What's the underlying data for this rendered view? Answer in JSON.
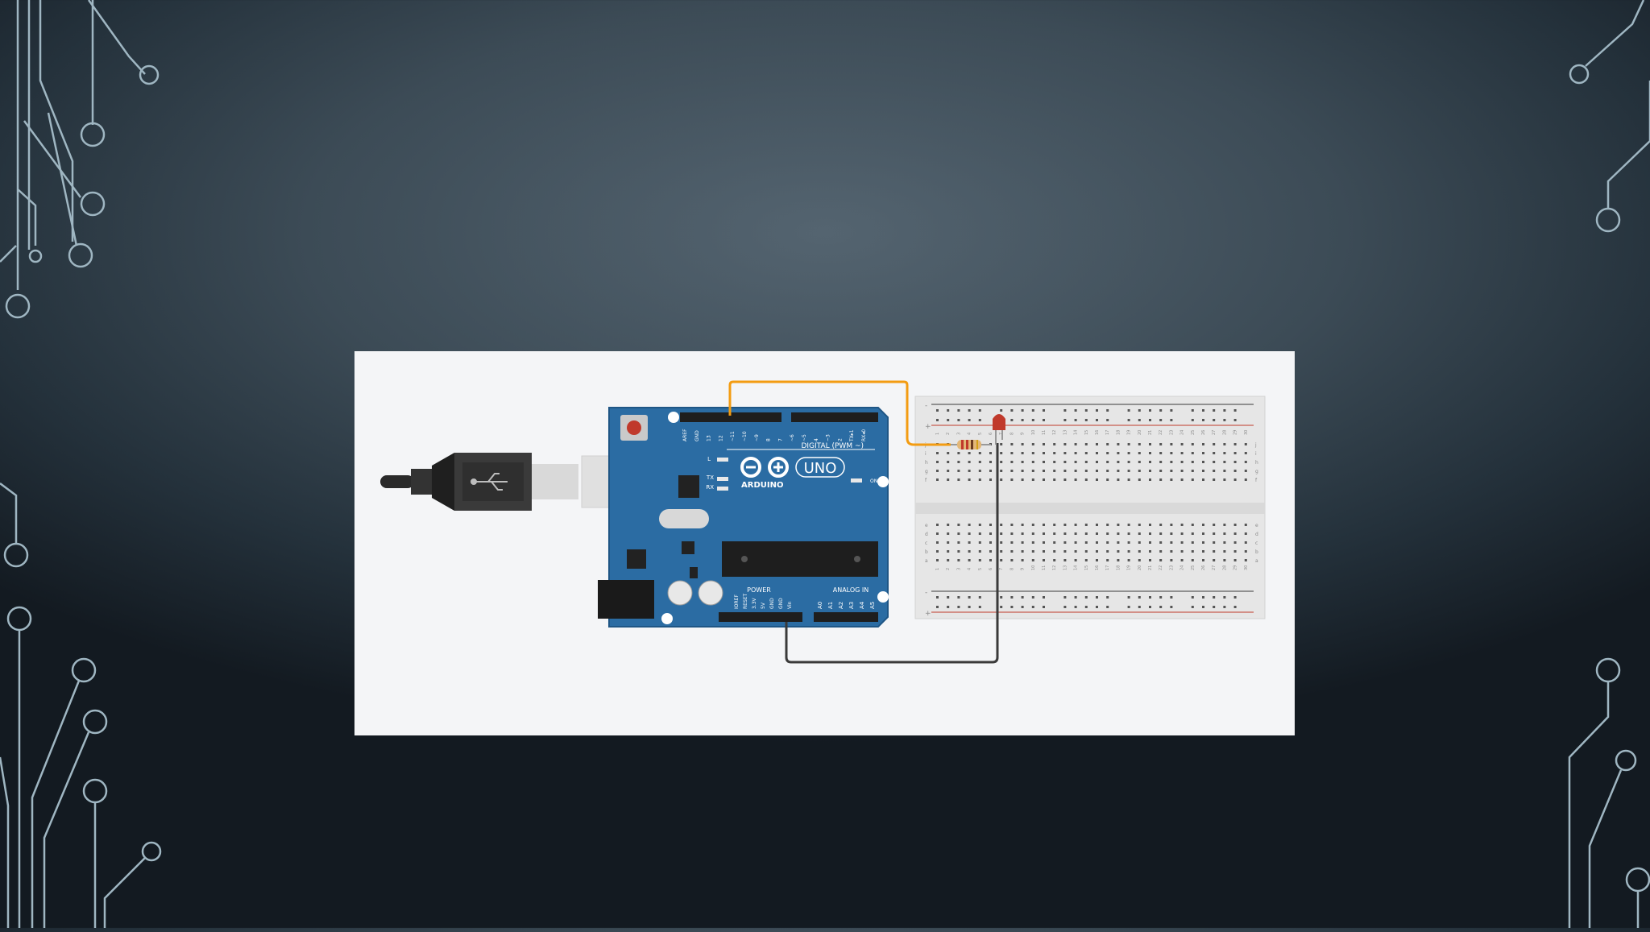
{
  "board": {
    "digital_label": "DIGITAL (PWM ~)",
    "brand": "ARDUINO",
    "model": "UNO",
    "power_label": "POWER",
    "analog_label": "ANALOG IN",
    "on_label": "ON",
    "led_l": "L",
    "led_tx": "TX",
    "led_rx": "RX",
    "top_pins": [
      "AREF",
      "GND",
      "13",
      "12",
      "~11",
      "~10",
      "~9",
      "8",
      "7",
      "~6",
      "~5",
      "4",
      "~3",
      "2",
      "TX▸1",
      "RX◂0"
    ],
    "power_pins": [
      "IOREF",
      "RESET",
      "3.3V",
      "5V",
      "GND",
      "GND",
      "Vin"
    ],
    "analog_pins": [
      "A0",
      "A1",
      "A2",
      "A3",
      "A4",
      "A5"
    ],
    "colors": {
      "pcb": "#2b6ca3",
      "pcb_edge": "#1f5685"
    }
  },
  "breadboard": {
    "col_numbers": [
      "1",
      "2",
      "3",
      "4",
      "5",
      "6",
      "7",
      "8",
      "9",
      "10",
      "11",
      "12",
      "13",
      "14",
      "15",
      "16",
      "17",
      "18",
      "19",
      "20",
      "21",
      "22",
      "23",
      "24",
      "25",
      "26",
      "27",
      "28",
      "29",
      "30"
    ],
    "rows_top": [
      "j",
      "i",
      "h",
      "g",
      "f"
    ],
    "rows_bottom": [
      "e",
      "d",
      "c",
      "b",
      "a"
    ],
    "rail_plus": "+",
    "rail_minus": "-"
  },
  "wires": {
    "signal_color": "#f39c12",
    "ground_color": "#3a3a3a"
  },
  "led_color": "#c0392b",
  "icons": {
    "usb_plug": "usb-cable-icon",
    "usb_symbol": "usb-symbol-icon",
    "infinity_logo": "arduino-logo-icon"
  }
}
